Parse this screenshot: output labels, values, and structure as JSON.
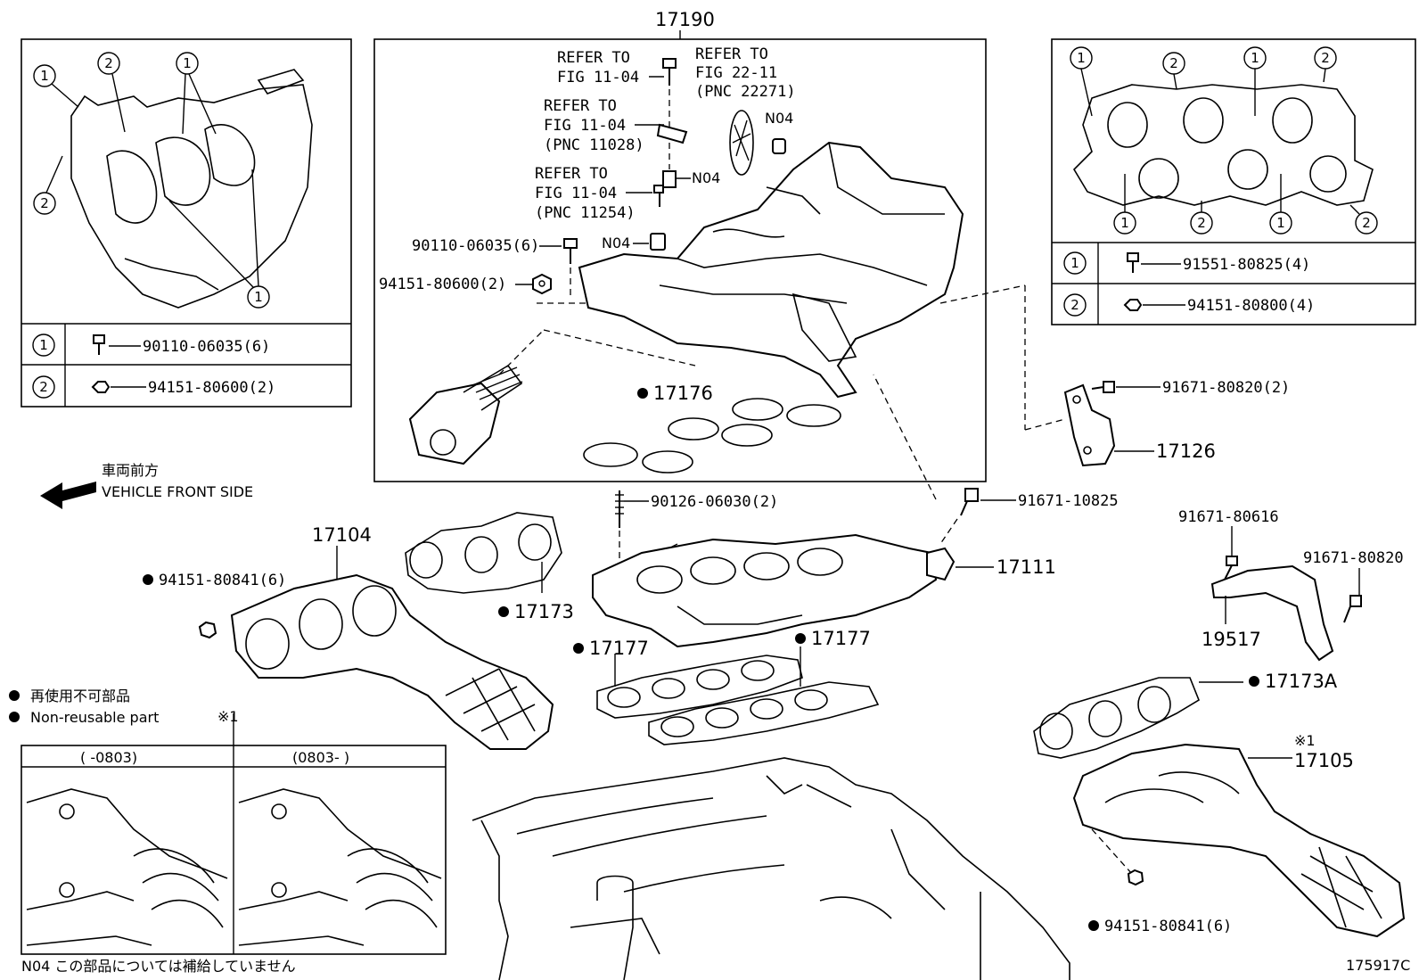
{
  "labels": {
    "top_assembly": "17190",
    "refer1_a": "REFER TO",
    "refer1_b": "FIG 11-04",
    "refer2_a": "REFER TO",
    "refer2_b": "FIG 22-11",
    "refer2_c": "(PNC 22271)",
    "refer3_a": "REFER TO",
    "refer3_b": "FIG 11-04",
    "refer3_c": "(PNC 11028)",
    "refer4_a": "REFER TO",
    "refer4_b": "FIG 11-04",
    "refer4_c": "(PNC 11254)",
    "n04_a": "N04",
    "n04_b": "N04",
    "n04_c": "N04",
    "p90110": "90110-06035(6)",
    "p94151_600": "94151-80600(2)",
    "p17176": "17176",
    "p91671_820": "91671-80820(2)",
    "p17126": "17126",
    "p90126": "90126-06030(2)",
    "p91671_10825": "91671-10825",
    "p17111": "17111",
    "p17104": "17104",
    "p94151_841a": "94151-80841(6)",
    "p17173": "17173",
    "p17177a": "17177",
    "p17177b": "17177",
    "p91671_616": "91671-80616",
    "p91671_820b": "91671-80820",
    "p19517": "19517",
    "p17173A": "17173A",
    "ref_mark_a": "※1",
    "p17105": "17105",
    "p94151_841b": "94151-80841(6)",
    "front_jp": "車両前方",
    "front_en": "VEHICLE FRONT SIDE",
    "legend_jp": "再使用不可部品",
    "legend_en": "Non-reusable part",
    "ref_mark_b": "※1",
    "range_old": "(      -0803)",
    "range_new": "(0803-      )",
    "footer_note": "N04 この部品については補給していません",
    "figure_id": "175917C"
  },
  "left_table": [
    {
      "num": "1",
      "part": "90110-06035(6)"
    },
    {
      "num": "2",
      "part": "94151-80600(2)"
    }
  ],
  "right_table": [
    {
      "num": "1",
      "part": "91551-80825(4)"
    },
    {
      "num": "2",
      "part": "94151-80800(4)"
    }
  ],
  "callouts": {
    "one": "1",
    "two": "2"
  }
}
